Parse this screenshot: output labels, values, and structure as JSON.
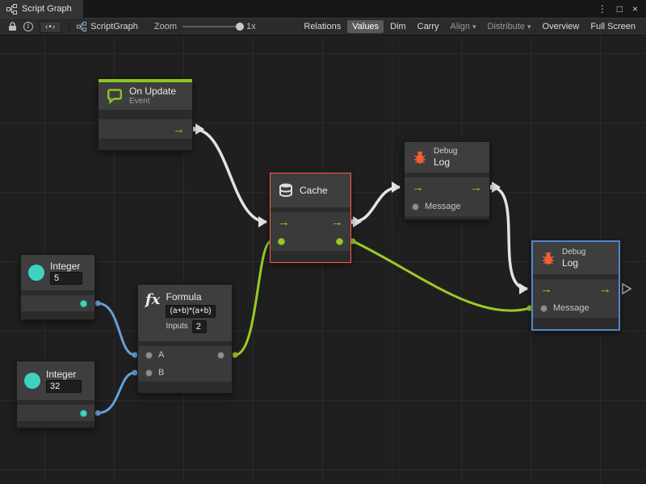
{
  "colors": {
    "accent_green": "#8CC51E",
    "selection_red": "#FF5C45",
    "selection_blue": "#4F86C6",
    "wire_white": "#E3E3E3",
    "wire_green": "#9CC927",
    "wire_blue": "#64A0D8",
    "port_green": "#9FD41B",
    "port_teal": "#42D3C0",
    "bug_orange": "#EF6034"
  },
  "icons": {
    "flow_arrow": "→",
    "caret_down": "▾",
    "kebab": "⋮",
    "maximize": "□",
    "close": "×",
    "info": "i",
    "code": "‹•›"
  },
  "titlebar": {
    "tab_label": "Script Graph",
    "controls": [
      "⋮",
      "□",
      "×"
    ]
  },
  "toolbar": {
    "breadcrumb": "ScriptGraph",
    "zoom_label": "Zoom",
    "zoom_value": "1x",
    "buttons": [
      {
        "label": "Relations"
      },
      {
        "label": "Values"
      },
      {
        "label": "Dim"
      },
      {
        "label": "Carry"
      },
      {
        "label": "Align"
      },
      {
        "label": "Distribute"
      },
      {
        "label": "Overview"
      },
      {
        "label": "Full Screen"
      }
    ]
  },
  "nodes": {
    "on_update": {
      "title": "On Update",
      "subtitle": "Event"
    },
    "cache": {
      "title": "Cache"
    },
    "debug_log_1": {
      "kind": "Debug",
      "title": "Log",
      "input_label": "Message"
    },
    "debug_log_2": {
      "kind": "Debug",
      "title": "Log",
      "input_label": "Message"
    },
    "integer_1": {
      "title": "Integer",
      "value": "5"
    },
    "integer_2": {
      "title": "Integer",
      "value": "32"
    },
    "formula": {
      "icon_label": "fx",
      "title": "Formula",
      "expression": "(a+b)*(a+b)",
      "inputs_label": "Inputs",
      "inputs_value": "2",
      "port_a": "A",
      "port_b": "B"
    }
  }
}
